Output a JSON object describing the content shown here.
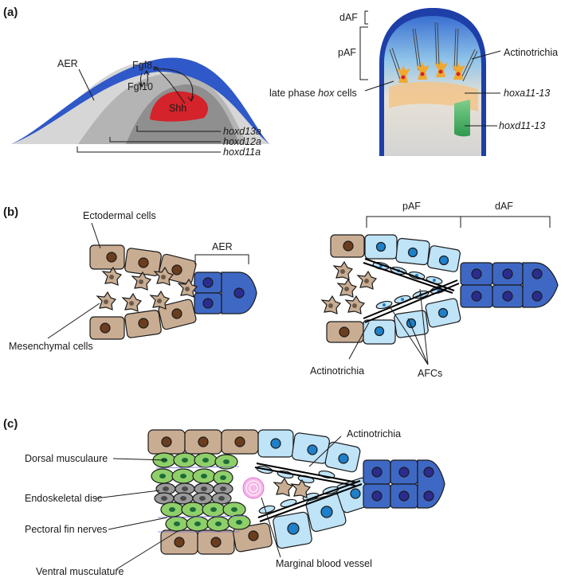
{
  "panel_a": {
    "label": "(a)",
    "aer": "AER",
    "fgf8": "Fgf8",
    "fgf10": "Fgf10",
    "shh": "Shh",
    "hoxd13a": "hoxd13a",
    "hoxd12a": "hoxd12a",
    "hoxd11a": "hoxd11a",
    "daf": "dAF",
    "paf": "pAF",
    "actinotrichia": "Actinotrichia",
    "late_phase_pre": "late phase ",
    "late_phase_hox": "hox",
    "late_phase_post": " cells",
    "hoxa": "hoxa11-13",
    "hoxd": "hoxd11-13"
  },
  "panel_b": {
    "label": "(b)",
    "ectodermal": "Ectodermal cells",
    "aer": "AER",
    "mesenchymal": "Mesenchymal cells",
    "paf": "pAF",
    "daf": "dAF",
    "actinotrichia": "Actinotrichia",
    "afcs": "AFCs"
  },
  "panel_c": {
    "label": "(c)",
    "actinotrichia": "Actinotrichia",
    "dorsal": "Dorsal musculaure",
    "endoskeletal": "Endoskeletal disc",
    "nerves": "Pectoral fin nerves",
    "ventral": "Ventral musculature",
    "vessel": "Marginal blood vessel"
  },
  "colors": {
    "ectoderm": "#c9ad93",
    "ectoderm_nucleus": "#6b3d1f",
    "aer_blue": "#3f68c4",
    "aer_nucleus": "#2a2d8e",
    "afc_light": "#bfe3f7",
    "afc_nucleus": "#1f7fc8",
    "muscle_green": "#8fcf6a",
    "muscle_nucleus": "#1d6b3a",
    "disc_gray": "#8a8a8a",
    "shh_red": "#d4232a",
    "hoxa_orange": "#f2c48a",
    "hoxd_green": "#3aa85a"
  }
}
